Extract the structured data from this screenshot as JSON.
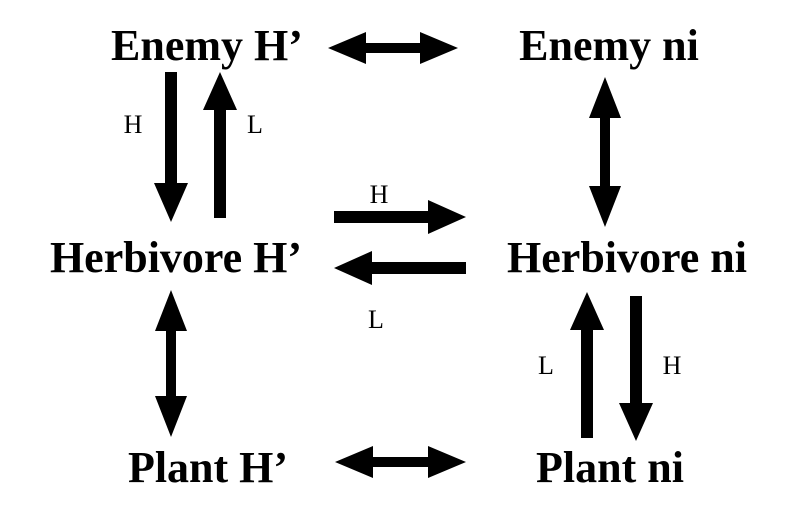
{
  "nodes": {
    "enemy_h": "Enemy H’",
    "enemy_ni": "Enemy ni",
    "herbivore_h": "Herbivore H’",
    "herbivore_ni": "Herbivore ni",
    "plant_h": "Plant H’",
    "plant_ni": "Plant ni"
  },
  "edge_labels": {
    "enemy_to_herbivore_h": "H",
    "herbivore_to_enemy_h": "L",
    "herbivore_h_to_ni": "H",
    "herbivore_ni_to_h": "L",
    "plant_to_herbivore_ni": "L",
    "herbivore_to_plant_ni": "H"
  },
  "colors": {
    "ink": "#000000",
    "background": "#ffffff"
  }
}
